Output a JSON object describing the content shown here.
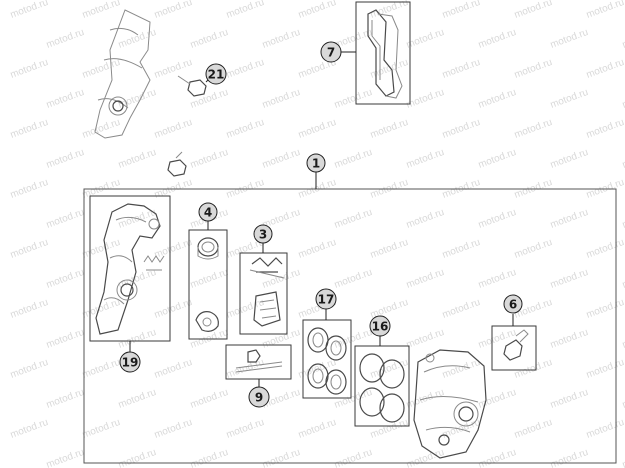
{
  "watermark": {
    "text": "motod.ru",
    "color": "#d9d9d9"
  },
  "callouts": {
    "c1": "1",
    "c3": "3",
    "c4": "4",
    "c6": "6",
    "c7": "7",
    "c9": "9",
    "c16": "16",
    "c17": "17",
    "c19": "19",
    "c21": "21"
  },
  "colors": {
    "line": "#3a3a3a",
    "part": "#8a8a8a",
    "callout_fill": "#d9d9d9"
  }
}
